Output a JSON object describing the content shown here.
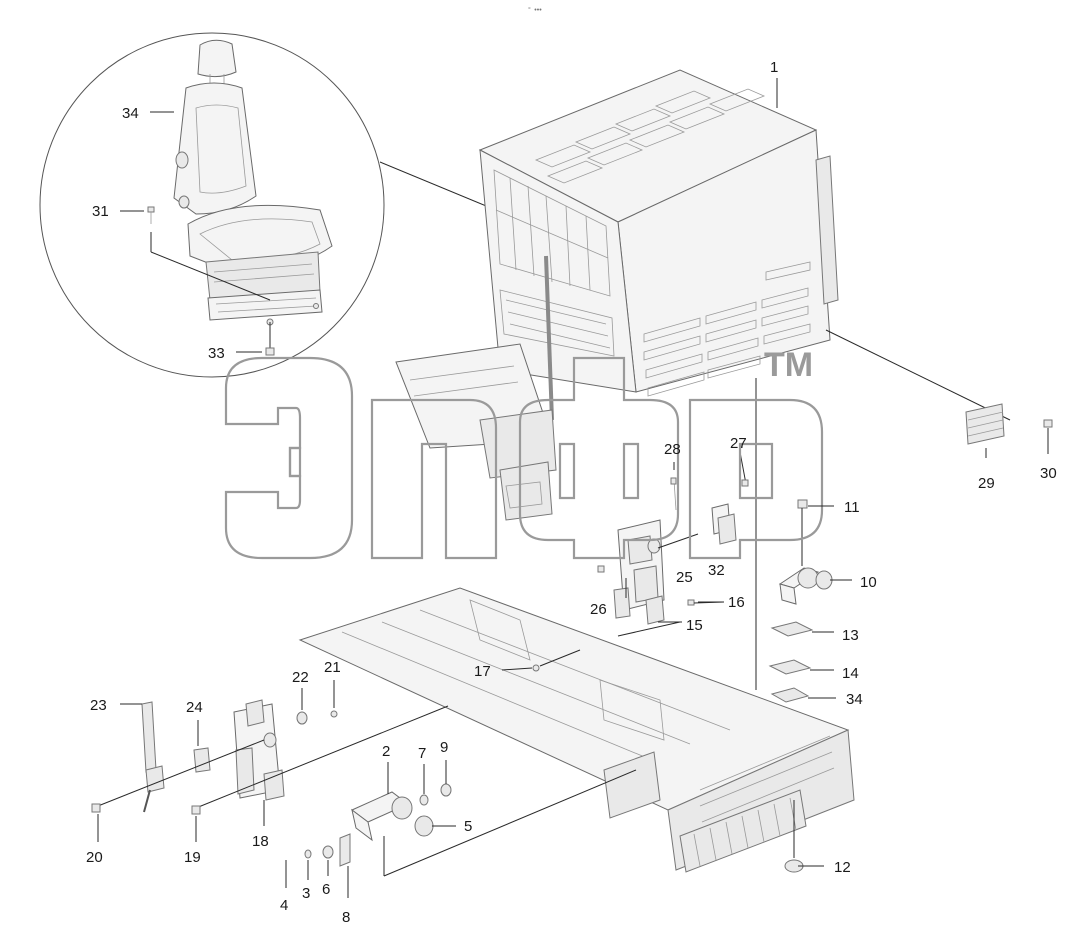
{
  "header_mark": "° •••",
  "watermark": {
    "tm": "TM"
  },
  "callouts": {
    "c1": "1",
    "c2": "2",
    "c3": "3",
    "c4": "4",
    "c5": "5",
    "c6": "6",
    "c7": "7",
    "c8": "8",
    "c9": "9",
    "c10": "10",
    "c11": "11",
    "c12": "12",
    "c13": "13",
    "c14": "14",
    "c15": "15",
    "c16": "16",
    "c17": "17",
    "c18": "18",
    "c19": "19",
    "c20": "20",
    "c21": "21",
    "c22": "22",
    "c23": "23",
    "c24": "24",
    "c25": "25",
    "c26": "26",
    "c27": "27",
    "c28": "28",
    "c29": "29",
    "c30": "30",
    "c31": "31",
    "c32": "32",
    "c33": "33",
    "c34a": "34",
    "c34b": "34"
  }
}
